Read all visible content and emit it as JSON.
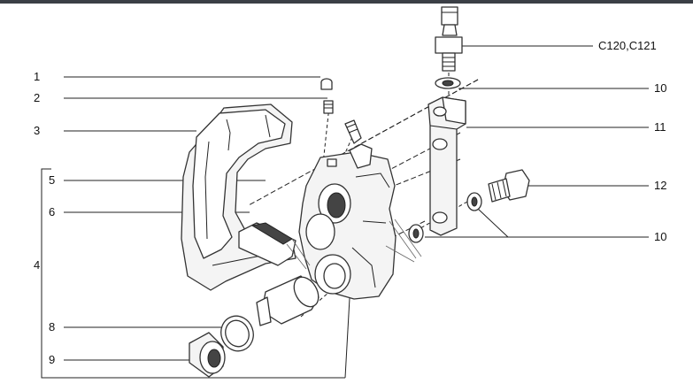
{
  "callouts": [
    {
      "id": "c1",
      "text": "1"
    },
    {
      "id": "c2",
      "text": "2"
    },
    {
      "id": "c3",
      "text": "3"
    },
    {
      "id": "c4",
      "text": "4"
    },
    {
      "id": "c5",
      "text": "5"
    },
    {
      "id": "c6",
      "text": "6"
    },
    {
      "id": "c8",
      "text": "8"
    },
    {
      "id": "c9",
      "text": "9"
    },
    {
      "id": "c10a",
      "text": "10"
    },
    {
      "id": "c11",
      "text": "11"
    },
    {
      "id": "c12",
      "text": "12"
    },
    {
      "id": "c10b",
      "text": "10"
    },
    {
      "id": "c120",
      "text": "C120,C121"
    }
  ]
}
